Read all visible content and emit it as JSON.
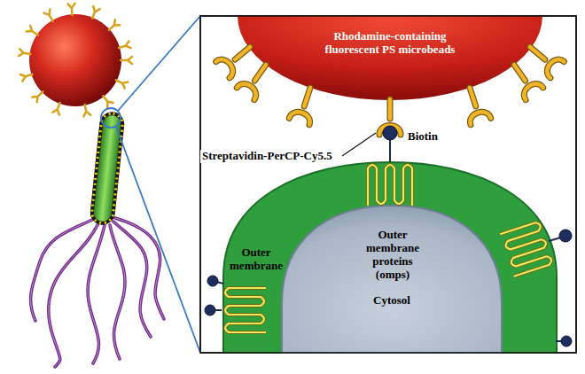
{
  "diagram": {
    "nodes": [
      {
        "text": [
          "Rhodamine-containing fluorescent PS microbeads"
        ]
      },
      {
        "text": [
          "Outer membrane"
        ]
      },
      {
        "text": [
          "Cytosol"
        ],
        "in": 1
      }
    ],
    "labels": [
      "Streptavidin-PerCP-Cy5.5",
      "Biotin",
      "Outer membrane proteins (omps)"
    ]
  }
}
